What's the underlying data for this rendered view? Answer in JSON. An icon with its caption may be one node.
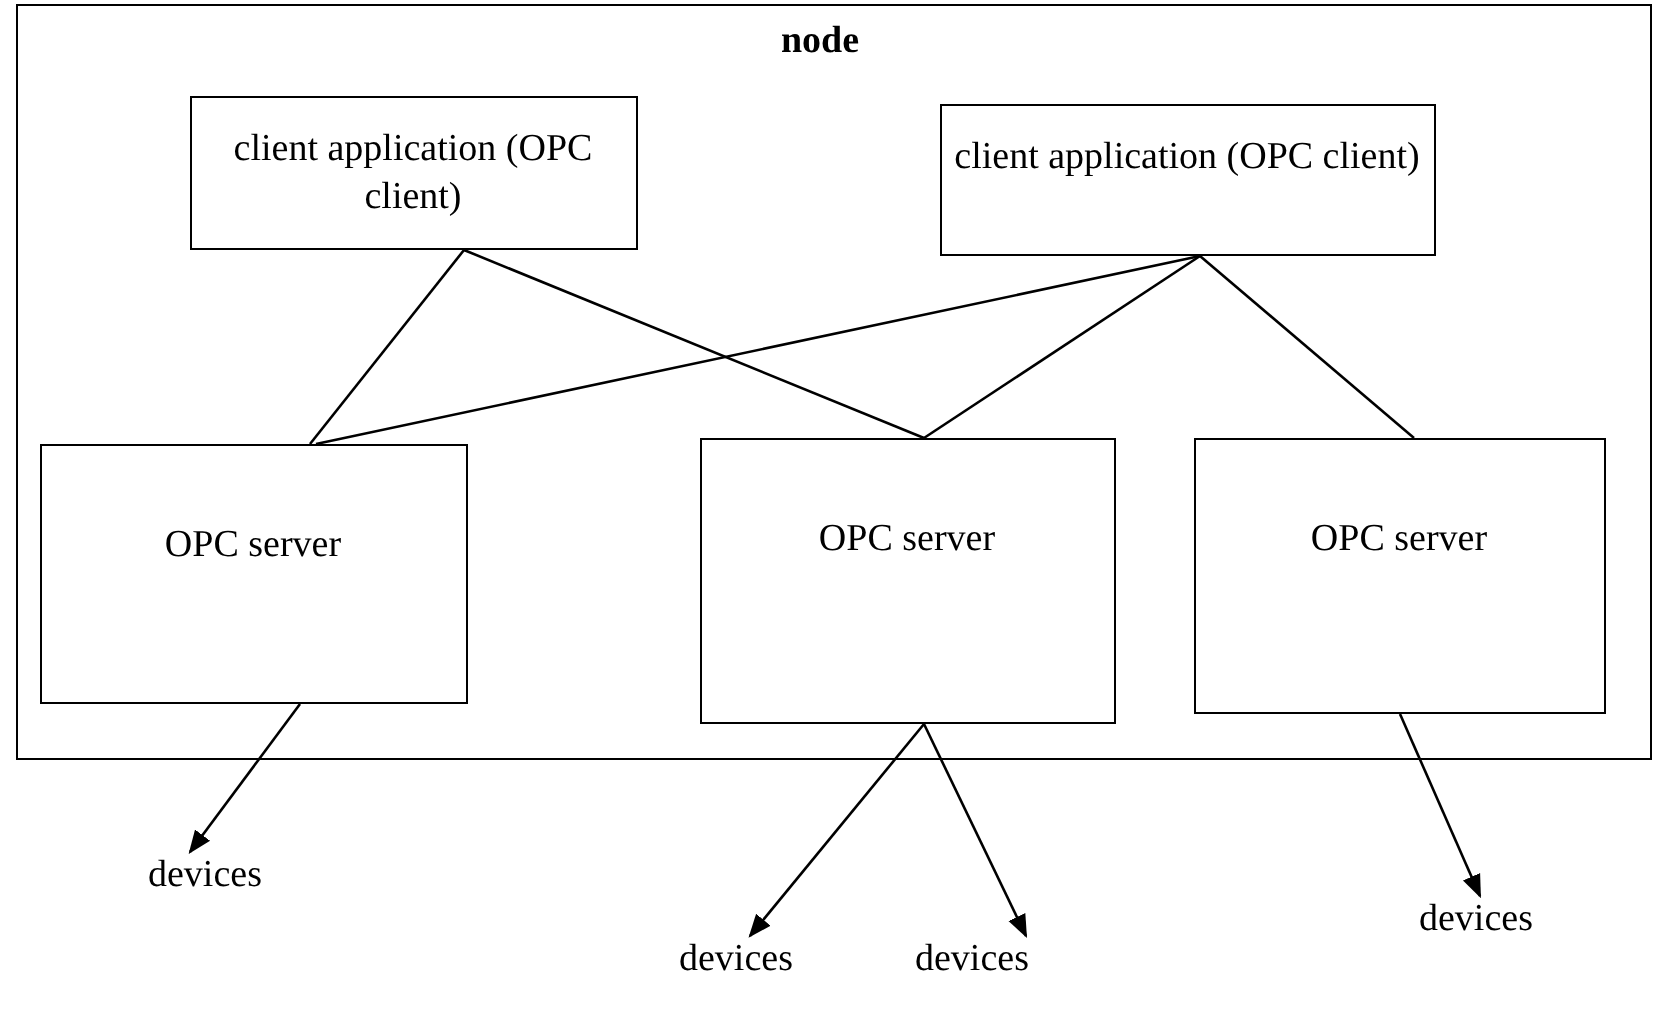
{
  "diagram": {
    "nodes": [
      {
        "text": [
          "node"
        ]
      },
      {
        "text": [
          "client application (OPC client)"
        ],
        "in": 0
      },
      {
        "text": [
          "client application (OPC client)"
        ],
        "in": 0
      },
      {
        "text": [
          "OPC server"
        ],
        "in": 0
      },
      {
        "text": [
          "OPC server"
        ],
        "in": 0
      },
      {
        "text": [
          "OPC server"
        ],
        "in": 0
      },
      {
        "text": [
          "devices"
        ]
      },
      {
        "text": [
          "devices"
        ]
      },
      {
        "text": [
          "devices"
        ]
      },
      {
        "text": [
          "devices"
        ]
      }
    ],
    "edges": [
      {
        "from": 1,
        "to": 3,
        "arrow": "none"
      },
      {
        "from": 1,
        "to": 4,
        "arrow": "none"
      },
      {
        "from": 2,
        "to": 3,
        "arrow": "none"
      },
      {
        "from": 2,
        "to": 4,
        "arrow": "none"
      },
      {
        "from": 2,
        "to": 5,
        "arrow": "none"
      },
      {
        "from": 3,
        "to": 6,
        "arrow": "to"
      },
      {
        "from": 4,
        "to": 7,
        "arrow": "to"
      },
      {
        "from": 4,
        "to": 8,
        "arrow": "to"
      },
      {
        "from": 5,
        "to": 9,
        "arrow": "to"
      }
    ]
  }
}
